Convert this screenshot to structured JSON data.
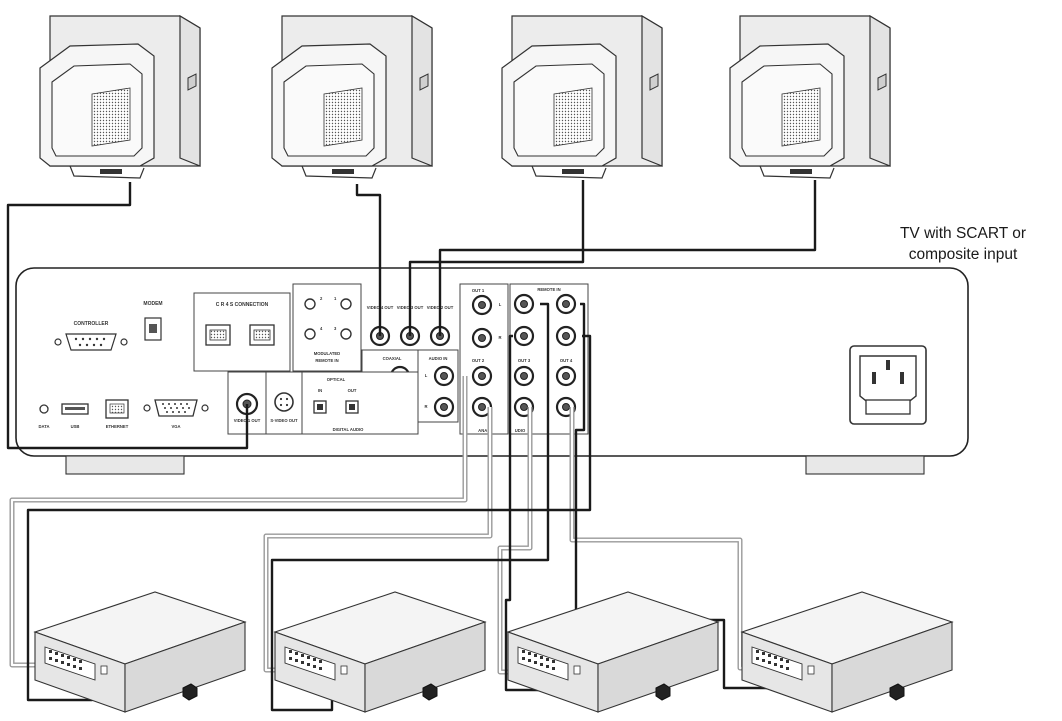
{
  "caption": {
    "line1": "TV with SCART or",
    "line2": "composite input"
  },
  "panel_labels": {
    "controller": "CONTROLLER",
    "modem": "MODEM",
    "cr4": "C R 4 S CONNECTION",
    "video4_out": "VIDEO 4 OUT",
    "video3_out": "VIDEO 3 OUT",
    "video2_out": "VIDEO 2 OUT",
    "modulated": "MODULATED",
    "remote_in_mod": "REMOTE IN",
    "out1": "OUT 1",
    "remote_in": "REMOTE IN",
    "coaxial": "COAXIAL",
    "audio_in": "AUDIO IN",
    "out2": "OUT 2",
    "out3": "OUT 3",
    "out4": "OUT 4",
    "in": "IN",
    "out": "OUT",
    "l": "L",
    "r": "R",
    "optical": "OPTICAL",
    "opt_in": "IN",
    "opt_out": "OUT",
    "video1_out": "VIDEO 1 OUT",
    "svideo_out": "S-VIDEO OUT",
    "digital_audio": "DIGITAL AUDIO",
    "data": "DATA",
    "usb": "USB",
    "ethernet": "ETHERNET",
    "vga": "VGA",
    "analog": "ANAL",
    "audio": "UDIO"
  },
  "colors": {
    "ink": "#1a1a1a",
    "grey_cable": "#9a9a9a",
    "device_fill": "#f4f4f4"
  },
  "icons": {
    "tv": "crt-tv-icon",
    "amplifier": "amplifier-box-icon",
    "power_inlet": "iec-power-inlet-icon"
  }
}
